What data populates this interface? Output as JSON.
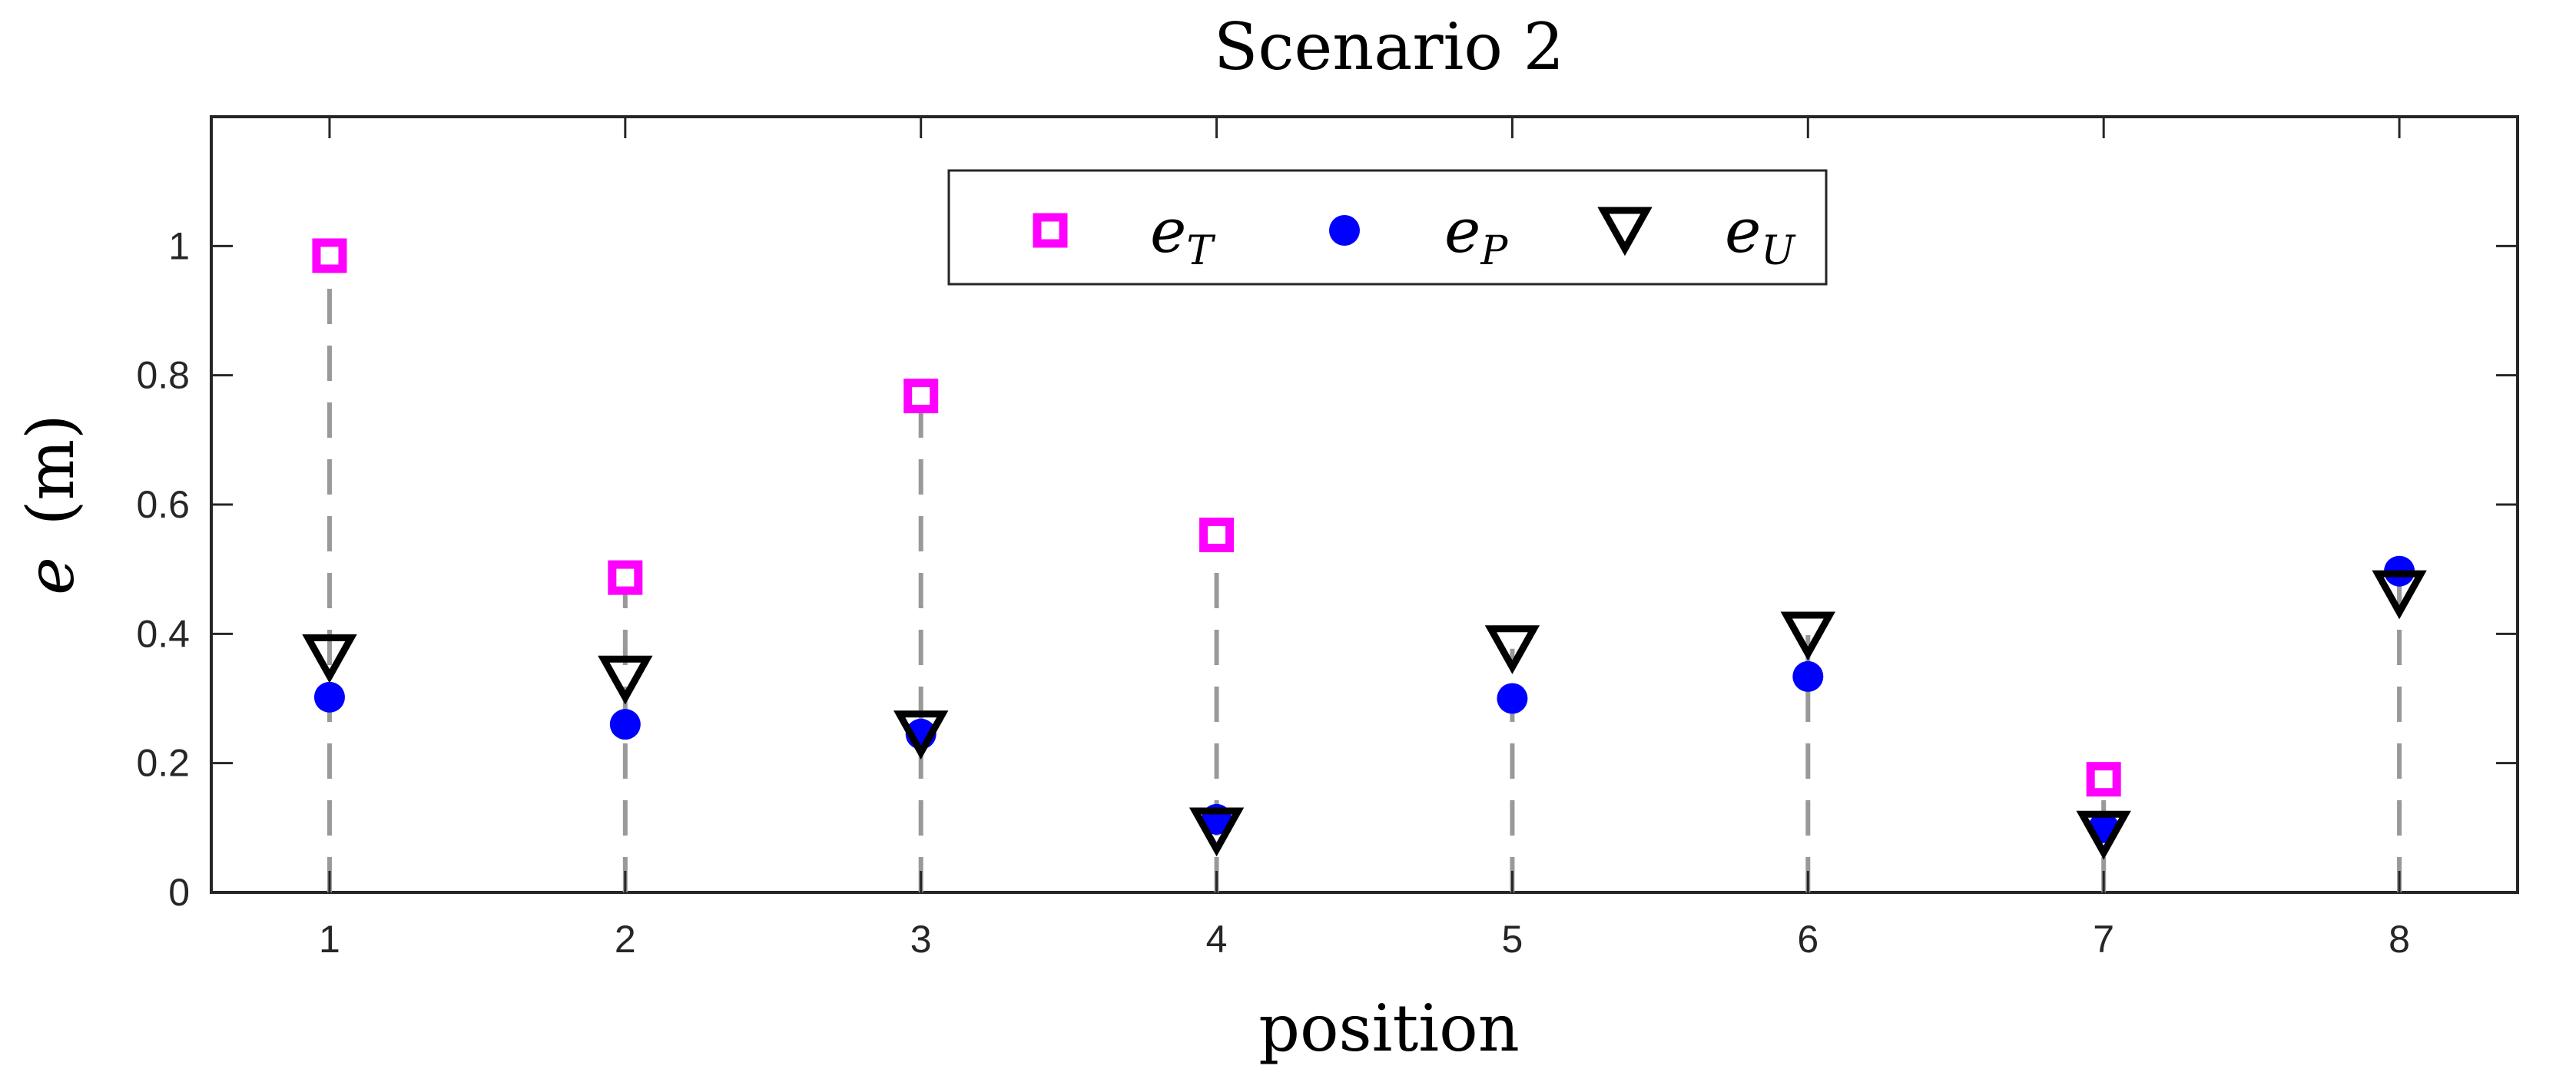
{
  "chart_data": {
    "type": "scatter",
    "title": "Scenario 2",
    "xlabel": "position",
    "ylabel_var": "e",
    "ylabel_unit": "(m)",
    "x": [
      1,
      2,
      3,
      4,
      5,
      6,
      7,
      8
    ],
    "xlim": [
      0.6,
      8.4
    ],
    "ylim": [
      0,
      1.2
    ],
    "xticks": [
      1,
      2,
      3,
      4,
      5,
      6,
      7,
      8
    ],
    "yticks": [
      0,
      0.2,
      0.4,
      0.6,
      0.8,
      1
    ],
    "yticklabels": [
      "0",
      "0.2",
      "0.4",
      "0.6",
      "0.8",
      "1"
    ],
    "grid": false,
    "legend_position": "top-center",
    "stem_color": "#999999",
    "series": [
      {
        "name": "e",
        "sub": "T",
        "marker": "square",
        "color": "#ff00ff",
        "values": [
          0.985,
          0.487,
          0.768,
          0.553,
          null,
          null,
          0.175,
          null
        ]
      },
      {
        "name": "e",
        "sub": "P",
        "marker": "circle",
        "color": "#0000ff",
        "values": [
          0.302,
          0.26,
          0.245,
          0.113,
          0.3,
          0.334,
          0.1,
          0.497
        ]
      },
      {
        "name": "e",
        "sub": "U",
        "marker": "triangle-down",
        "color": "#000000",
        "values": [
          0.363,
          0.33,
          0.245,
          0.095,
          0.377,
          0.398,
          0.09,
          0.462
        ]
      }
    ]
  }
}
